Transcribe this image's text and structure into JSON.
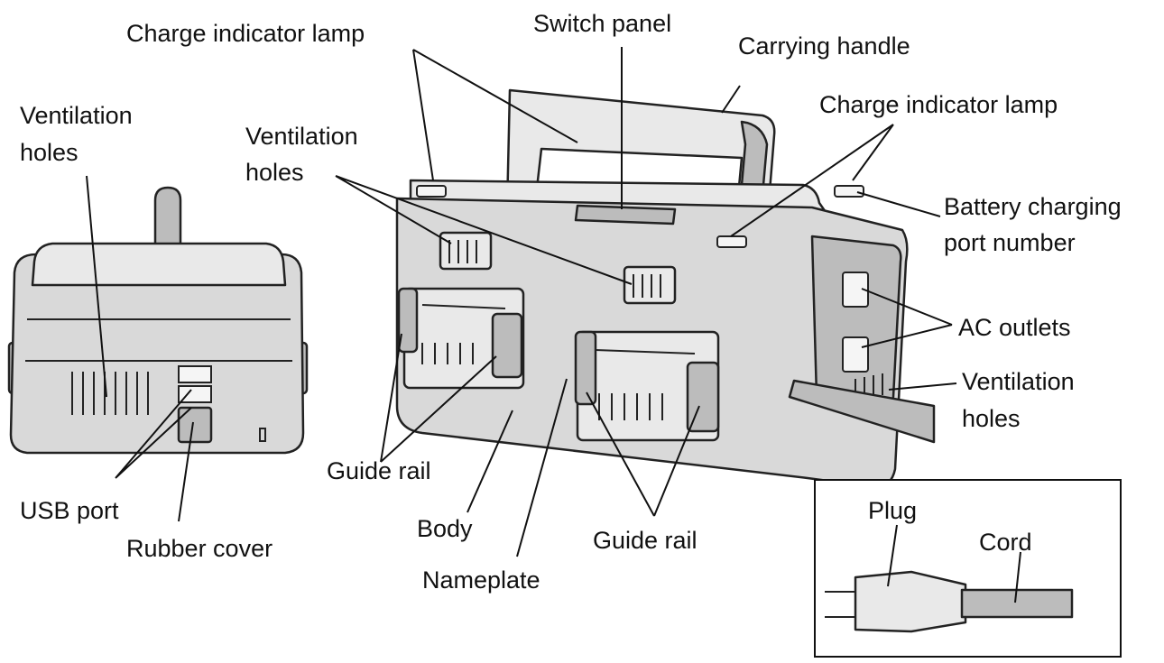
{
  "labels": {
    "charge_indicator_lamp_left": "Charge indicator lamp",
    "switch_panel": "Switch panel",
    "carrying_handle": "Carrying handle",
    "charge_indicator_lamp_right": "Charge indicator lamp",
    "ventilation_holes_left_1": "Ventilation",
    "ventilation_holes_left_2": "holes",
    "ventilation_holes_center_1": "Ventilation",
    "ventilation_holes_center_2": "holes",
    "battery_charging_port_number_1": "Battery charging",
    "battery_charging_port_number_2": "port number",
    "ac_outlets": "AC outlets",
    "ventilation_holes_right_1": "Ventilation",
    "ventilation_holes_right_2": "holes",
    "guide_rail_left": "Guide rail",
    "usb_port": "USB port",
    "rubber_cover": "Rubber cover",
    "body": "Body",
    "nameplate": "Nameplate",
    "guide_rail_right": "Guide rail",
    "plug": "Plug",
    "cord": "Cord"
  }
}
